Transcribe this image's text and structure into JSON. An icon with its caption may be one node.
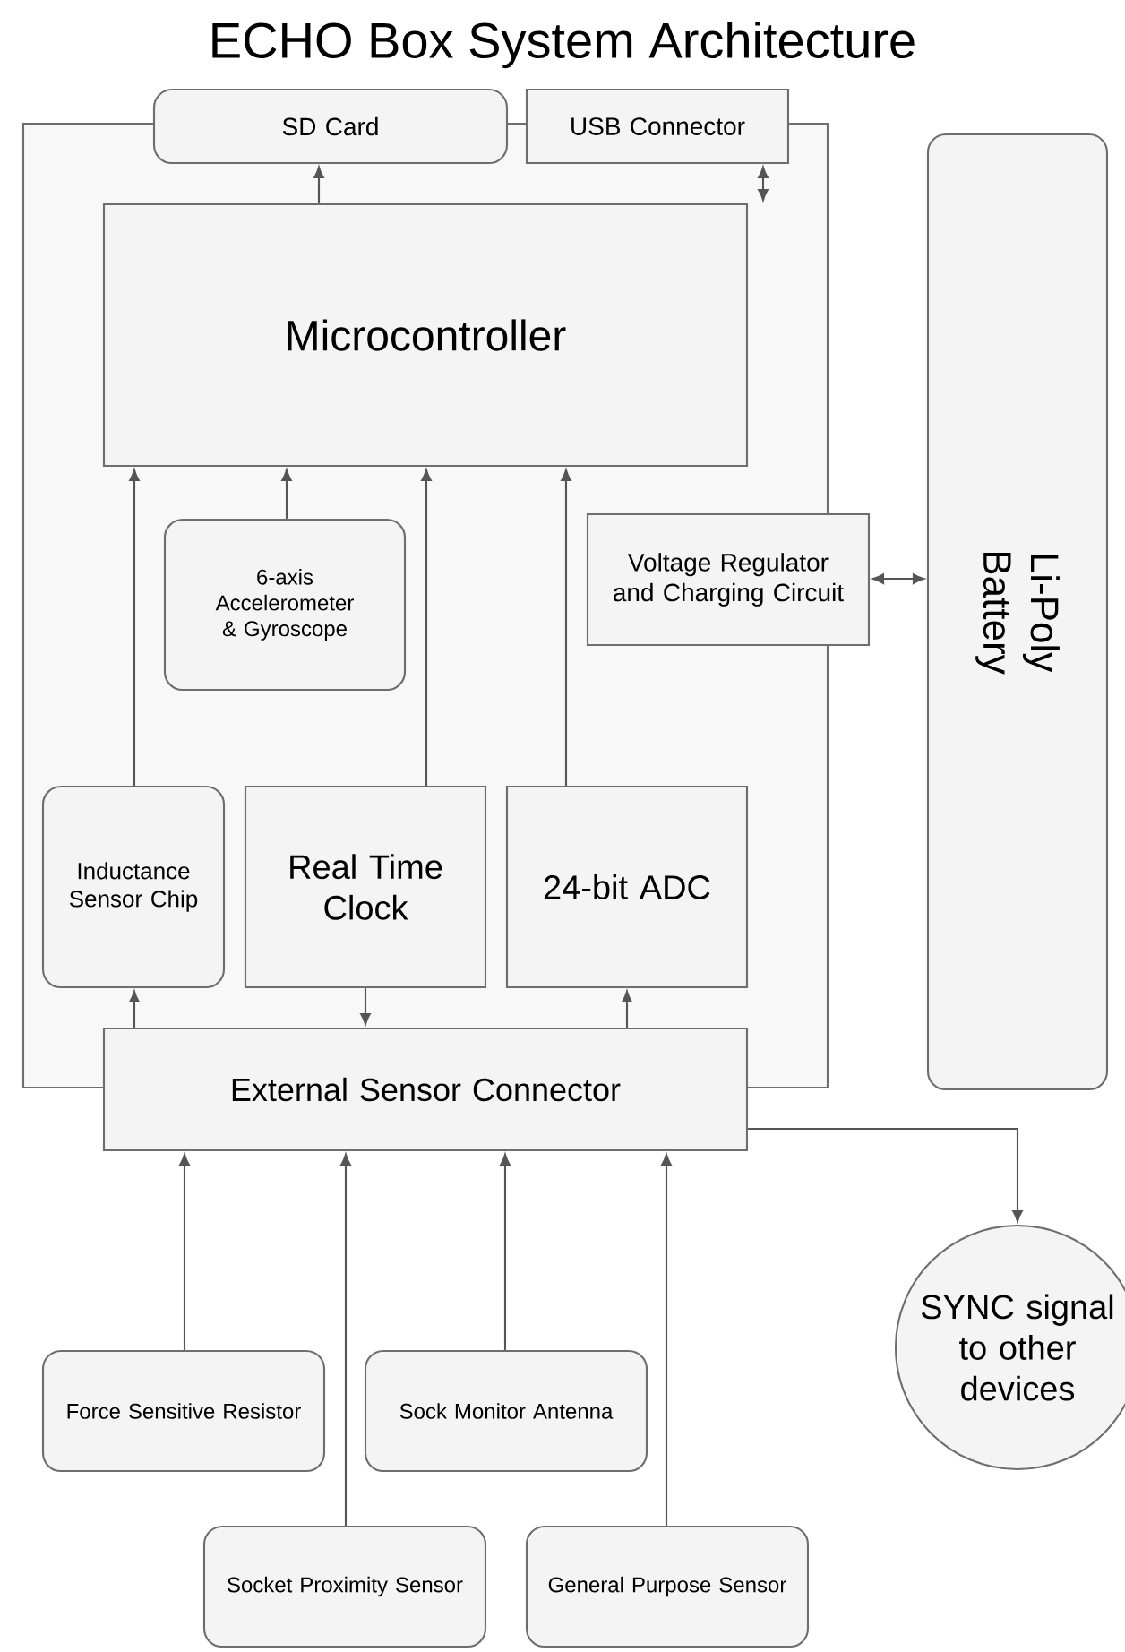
{
  "diagram": {
    "title": "ECHO Box System Architecture",
    "nodes": [
      {
        "text": [],
        "shape": "box"
      },
      {
        "text": [
          "SD Card"
        ]
      },
      {
        "text": [
          "USB Connector"
        ]
      },
      {
        "text": [
          "Microcontroller"
        ],
        "in": 0
      },
      {
        "text": [
          "6-axis Accelerometer & Gyroscope"
        ],
        "in": 0
      },
      {
        "text": [
          "Voltage Regulator and Charging Circuit"
        ]
      },
      {
        "text": [
          "Li-Poly Battery"
        ]
      },
      {
        "text": [
          "Inductance Sensor Chip"
        ],
        "in": 0
      },
      {
        "text": [
          "Real Time Clock"
        ],
        "in": 0
      },
      {
        "text": [
          "24-bit ADC"
        ],
        "in": 0
      },
      {
        "text": [
          "External Sensor Connector"
        ]
      },
      {
        "text": [
          "SYNC signal to other devices"
        ]
      },
      {
        "text": [
          "Force Sensitive Resistor"
        ]
      },
      {
        "text": [
          "Sock Monitor Antenna"
        ]
      },
      {
        "text": [
          "Socket Proximity Sensor"
        ]
      },
      {
        "text": [
          "General Purpose Sensor"
        ]
      }
    ],
    "edges": [
      {
        "from": 3,
        "to": 1,
        "arrow": "to"
      },
      {
        "from": 3,
        "to": 2,
        "arrow": "both"
      },
      {
        "from": 7,
        "to": 3,
        "arrow": "to"
      },
      {
        "from": 4,
        "to": 3,
        "arrow": "to"
      },
      {
        "from": 8,
        "to": 3,
        "arrow": "to"
      },
      {
        "from": 9,
        "to": 3,
        "arrow": "to"
      },
      {
        "from": 5,
        "to": 6,
        "arrow": "both"
      },
      {
        "from": 10,
        "to": 7,
        "arrow": "to"
      },
      {
        "from": 8,
        "to": 10,
        "arrow": "to"
      },
      {
        "from": 10,
        "to": 9,
        "arrow": "to"
      },
      {
        "from": 10,
        "to": 11,
        "arrow": "to"
      },
      {
        "from": 12,
        "to": 10,
        "arrow": "to"
      },
      {
        "from": 14,
        "to": 10,
        "arrow": "to"
      },
      {
        "from": 13,
        "to": 10,
        "arrow": "to"
      },
      {
        "from": 15,
        "to": 10,
        "arrow": "to"
      }
    ]
  }
}
